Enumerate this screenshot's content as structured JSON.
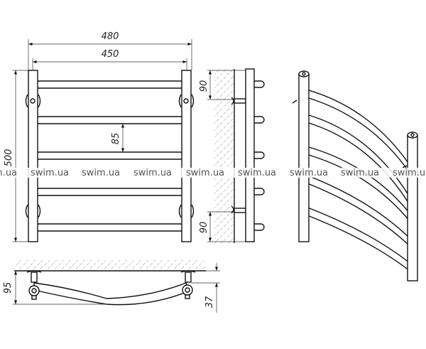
{
  "dimensions": {
    "overall_width": "480",
    "center_distance": "450",
    "height": "500",
    "rail_spacing": "85",
    "top_bracket_offset": "90",
    "bottom_bracket_offset": "90",
    "depth": "95",
    "bracket_depth": "37"
  },
  "watermark": "swim.ua"
}
